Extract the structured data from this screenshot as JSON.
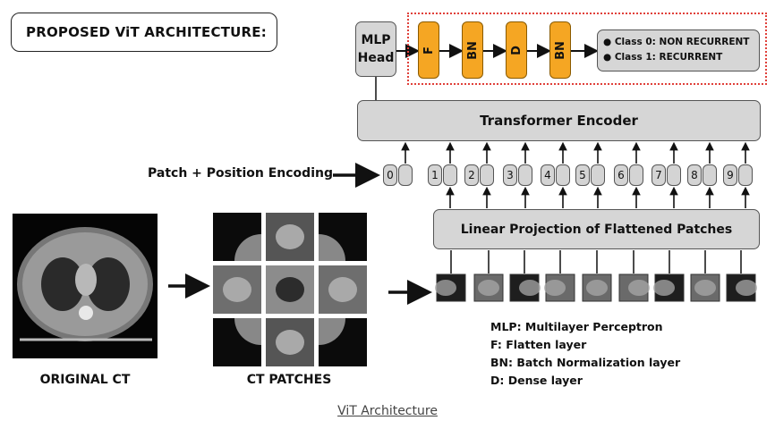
{
  "title": "PROPOSED ViT ARCHITECTURE:",
  "mlp_head": {
    "line1": "MLP",
    "line2": "Head"
  },
  "head_layers": [
    "F",
    "BN",
    "D",
    "BN"
  ],
  "classes": [
    "Class 0: NON RECURRENT",
    "Class 1: RECURRENT"
  ],
  "transformer_encoder": "Transformer Encoder",
  "patch_position_encoding": "Patch + Position Encoding",
  "patch_indices": [
    "0",
    "1",
    "2",
    "3",
    "4",
    "5",
    "6",
    "7",
    "8",
    "9"
  ],
  "linear_projection": "Linear Projection of Flattened Patches",
  "image_labels": {
    "original": "ORIGINAL CT",
    "patches": "CT PATCHES"
  },
  "legend": [
    "MLP: Multilayer Perceptron",
    "F: Flatten layer",
    "BN: Batch Normalization layer",
    "D: Dense layer"
  ],
  "caption": "ViT Architecture",
  "colors": {
    "layer_fill": "#f5a623",
    "block_fill": "#d6d6d6",
    "dashed_border": "#e0403a"
  }
}
